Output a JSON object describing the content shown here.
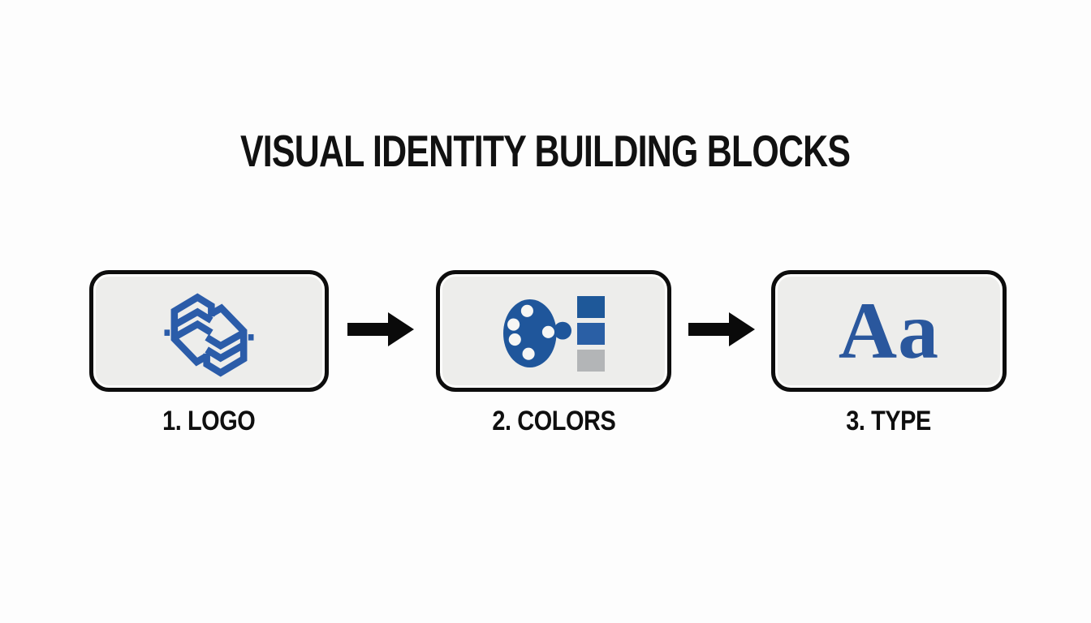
{
  "title": "VISUAL IDENTITY BUILDING BLOCKS",
  "steps": [
    {
      "label": "1. LOGO",
      "icon": "logo-mark-icon"
    },
    {
      "label": "2. COLORS",
      "icon": "palette-icon",
      "swatches": [
        "#1e5899",
        "#2a5fa5",
        "#b3b5b7"
      ]
    },
    {
      "label": "3. TYPE",
      "icon": "type-specimen-text",
      "specimen": "Aa"
    }
  ],
  "connectors": [
    "arrow-right-icon",
    "arrow-right-icon"
  ],
  "colors": {
    "page_bg": "#fdfdfd",
    "title_color": "#111111",
    "box_bg": "#ededeb",
    "box_border": "#0d0d0d",
    "arrow_black": "#0a0a0a",
    "logo_blue": "#2b5ca9",
    "palette_blue": "#1f569b",
    "type_blue": "#2a579d",
    "label_color": "#0f0f0f"
  }
}
